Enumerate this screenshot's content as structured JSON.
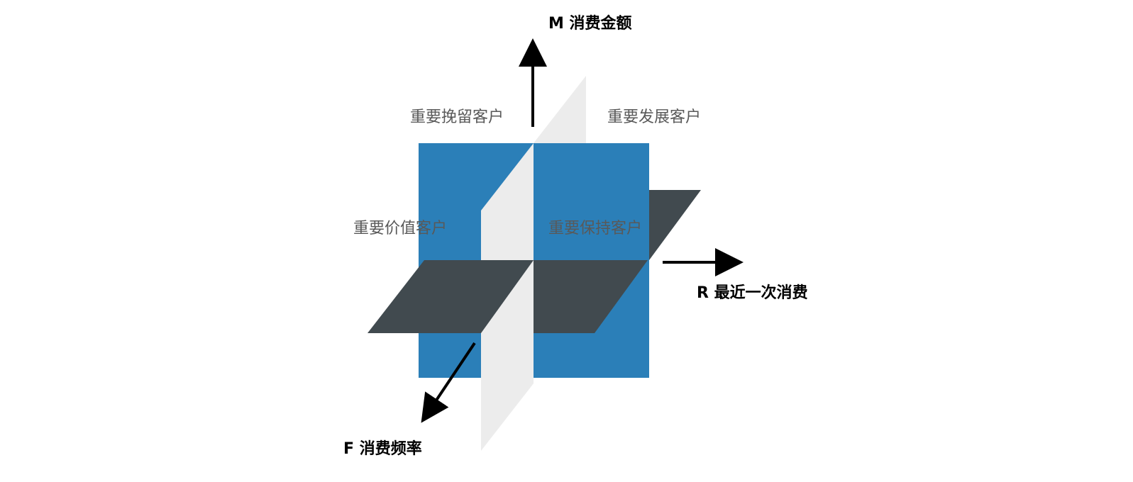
{
  "axes": {
    "m": "M 消费金额",
    "r": "R  最近一次消费",
    "f": "F 消费频率"
  },
  "quadrants": {
    "top_left": "重要挽留客户",
    "top_right": "重要发展客户",
    "mid_left": "重要价值客户",
    "mid_right": "重要保持客户"
  },
  "colors": {
    "blue_plane": "#2b7fb8",
    "dark_plane": "#414a4f",
    "light_plane": "#ececec",
    "axis": "#000000",
    "label_text": "#595959"
  }
}
